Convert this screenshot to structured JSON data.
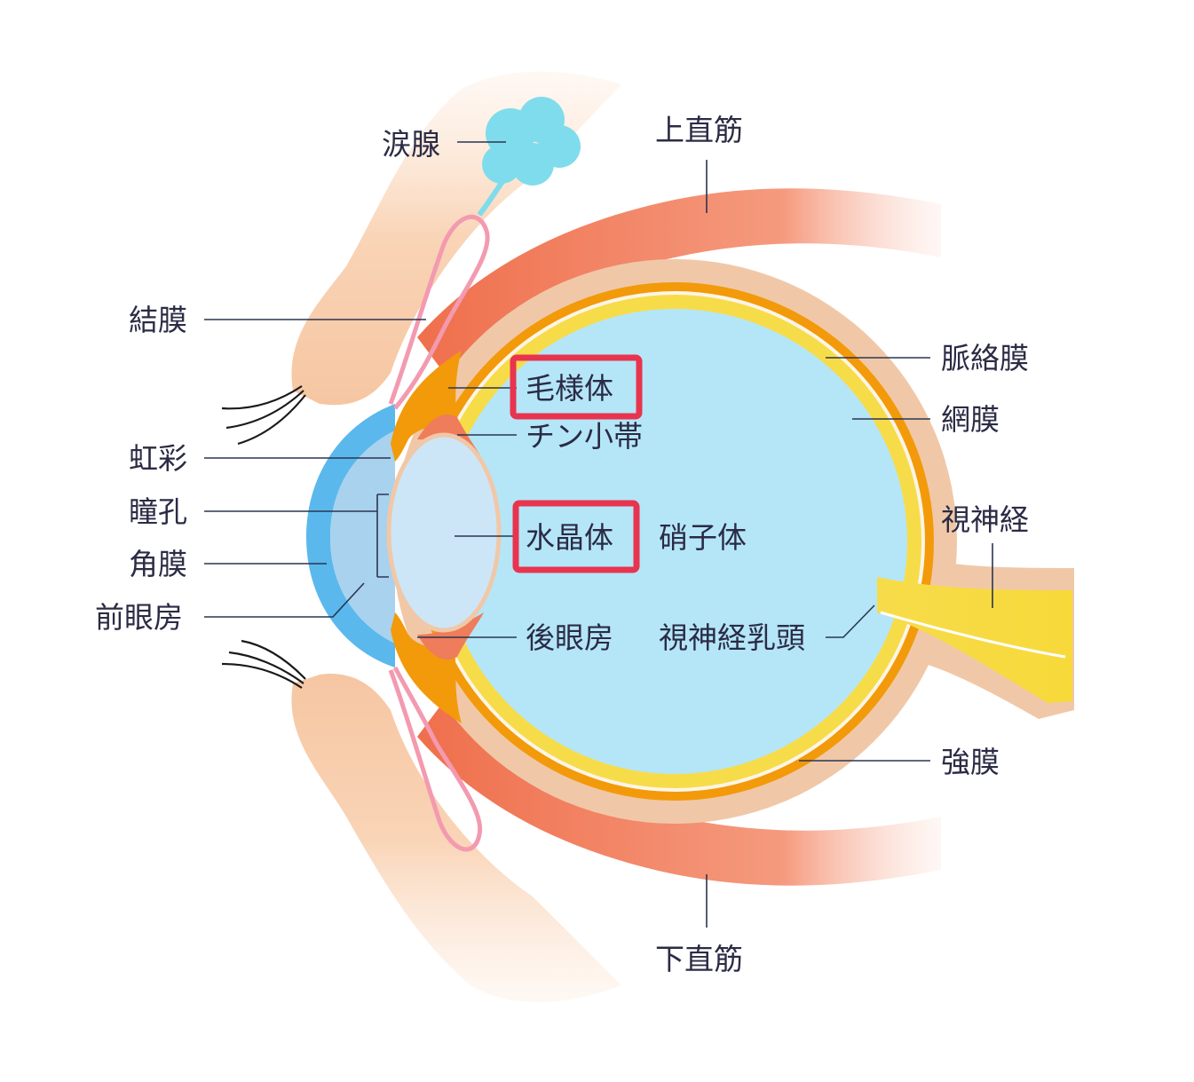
{
  "labels": {
    "lacrimal_gland": "涙腺",
    "superior_rectus": "上直筋",
    "conjunctiva": "結膜",
    "ciliary_body": "毛様体",
    "zonule": "チン小帯",
    "choroid": "脈絡膜",
    "retina": "網膜",
    "iris": "虹彩",
    "pupil": "瞳孔",
    "cornea": "角膜",
    "anterior_chamber": "前眼房",
    "lens": "水晶体",
    "vitreous": "硝子体",
    "optic_nerve": "視神経",
    "posterior_chamber": "後眼房",
    "optic_disc": "視神経乳頭",
    "sclera": "強膜",
    "inferior_rectus": "下直筋"
  },
  "highlighted": [
    "ciliary_body",
    "lens"
  ],
  "colors": {
    "highlight_box": "#e8344e",
    "label_text": "#2b2b45",
    "vitreous": "#b4e6f8",
    "sclera": "#f0c8a8",
    "choroid": "#f29a0a",
    "retina": "#f7dc4a",
    "muscle": "#f08a6a",
    "cornea": "#5bb8ec",
    "lens": "#cde6f7",
    "lacrimal_gland": "#7fdcec",
    "conjunctiva": "#f39ab0",
    "eyelid": "#f8cfb0"
  }
}
